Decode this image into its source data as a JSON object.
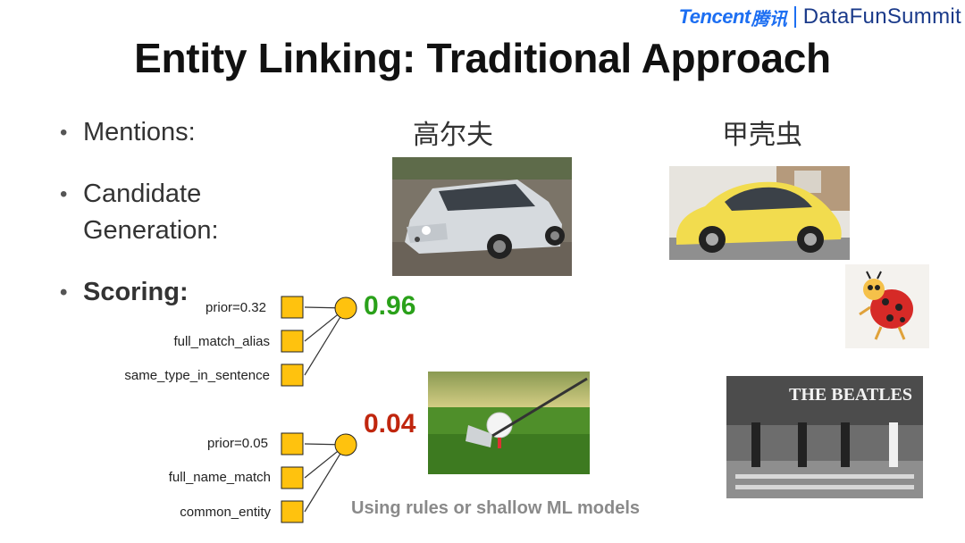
{
  "header": {
    "logo_tencent": "Tencent",
    "logo_tencent_cn": "腾讯",
    "logo_datafun": "DataFunSummit"
  },
  "title": "Entity Linking: Traditional Approach",
  "bullets": {
    "mentions": "Mentions:",
    "candidate_line1": "Candidate",
    "candidate_line2": "Generation:",
    "scoring": "Scoring:"
  },
  "mentions": {
    "golf": "高尔夫",
    "beetle": "甲壳虫"
  },
  "scoring": {
    "candidate_1": {
      "features": [
        "prior=0.32",
        "full_match_alias",
        "same_type_in_sentence"
      ],
      "score": "0.96",
      "score_color": "#2aa11a"
    },
    "candidate_2": {
      "features": [
        "prior=0.05",
        "full_name_match",
        "common_entity"
      ],
      "score": "0.04",
      "score_color": "#c0260e"
    },
    "factor_color": "#ffc20e",
    "factor_border": "#222222"
  },
  "candidate_images": {
    "golf": [
      "car-golf-image",
      "golf-ball-image"
    ],
    "beetle": [
      "car-beetle-image",
      "ladybug-image",
      "beatles-image"
    ]
  },
  "beatles_sign": "THE BEATLES",
  "footnote": "Using rules or shallow ML models"
}
